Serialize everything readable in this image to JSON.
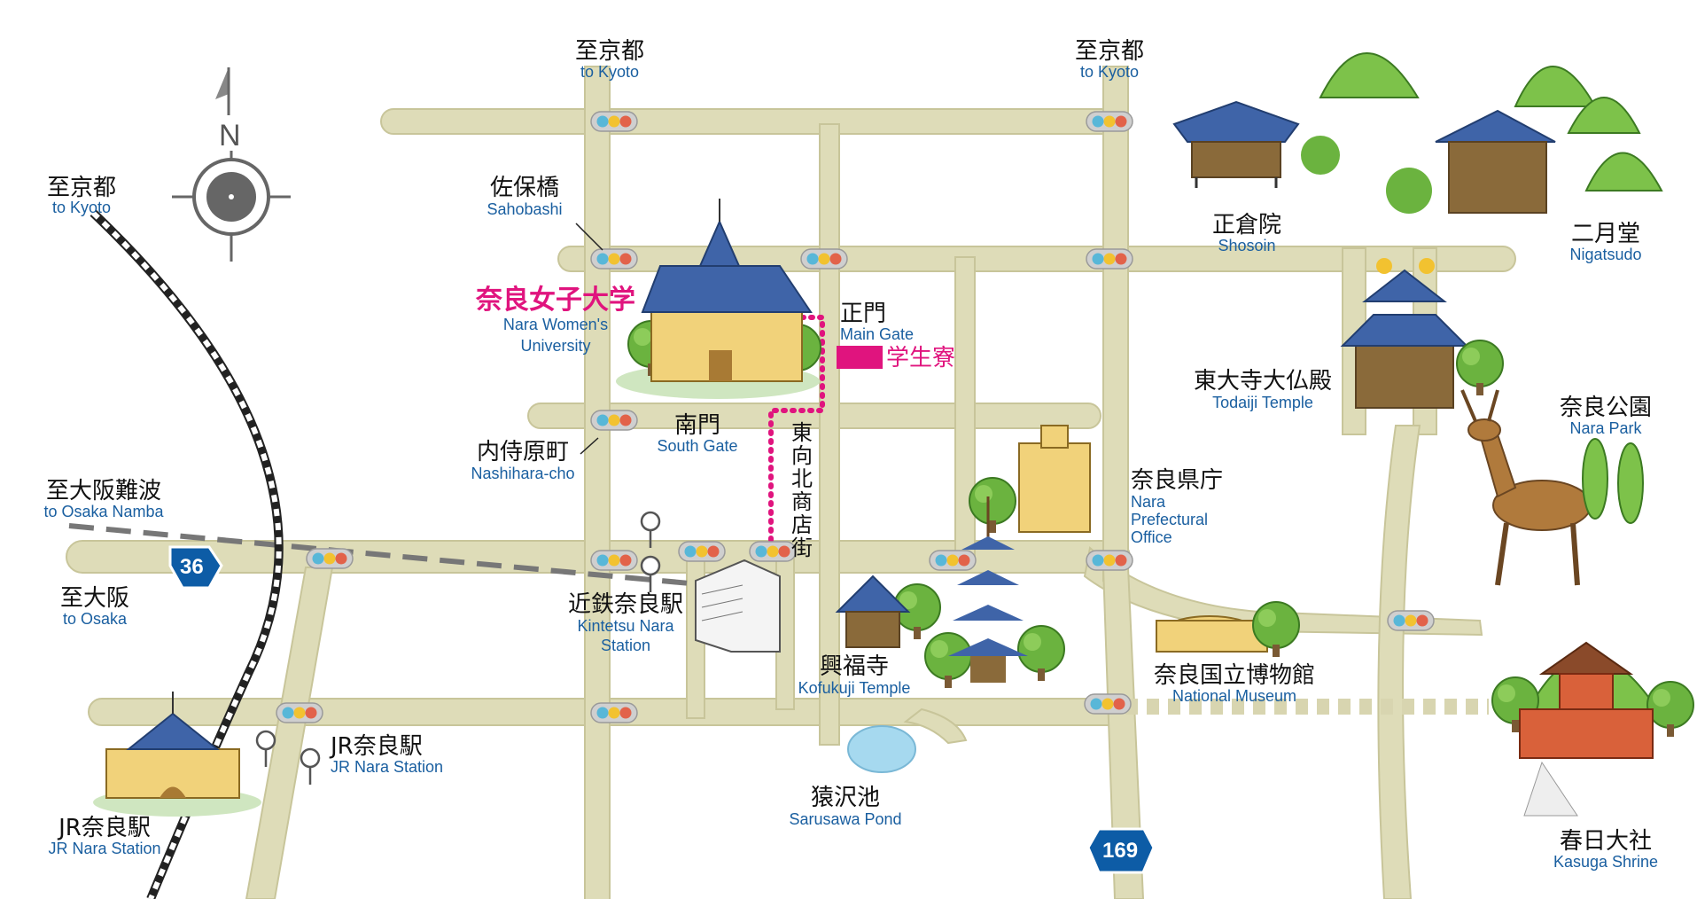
{
  "compass": {
    "north_label": "N"
  },
  "colors": {
    "road": "#dedcb8",
    "road_edge": "#c8c59a",
    "pink": "#e0147e",
    "blue_text": "#1a5fa0",
    "route_sign": "#0d5ca6"
  },
  "places": {
    "to_kyoto_1": {
      "jp": "至京都",
      "en": "to Kyoto"
    },
    "to_kyoto_2": {
      "jp": "至京都",
      "en": "to Kyoto"
    },
    "to_kyoto_3": {
      "jp": "至京都",
      "en": "to Kyoto"
    },
    "sahobashi": {
      "jp": "佐保橋",
      "en": "Sahobashi"
    },
    "university": {
      "jp": "奈良女子大学",
      "en1": "Nara Women's",
      "en2": "University"
    },
    "main_gate": {
      "jp": "正門",
      "en": "Main Gate"
    },
    "dormitory": {
      "jp": "学生寮"
    },
    "south_gate": {
      "jp": "南門",
      "en": "South Gate"
    },
    "nashihara": {
      "jp": "内侍原町",
      "en": "Nashihara-cho"
    },
    "higashimuki": {
      "jp": [
        "東",
        "向",
        "北",
        "商",
        "店",
        "街"
      ]
    },
    "to_osaka_namba": {
      "jp": "至大阪難波",
      "en": "to Osaka Namba"
    },
    "to_osaka": {
      "jp": "至大阪",
      "en": "to Osaka"
    },
    "kintetsu": {
      "jp": "近鉄奈良駅",
      "en1": "Kintetsu Nara",
      "en2": "Station"
    },
    "jr_station_1": {
      "jp": "JR奈良駅",
      "en": "JR Nara Station"
    },
    "jr_station_2": {
      "jp": "JR奈良駅",
      "en": "JR Nara Station"
    },
    "kofukuji": {
      "jp": "興福寺",
      "en": "Kofukuji Temple"
    },
    "sarusawa": {
      "jp": "猿沢池",
      "en": "Sarusawa Pond"
    },
    "shosoin": {
      "jp": "正倉院",
      "en": "Shosoin"
    },
    "nigatsudo": {
      "jp": "二月堂",
      "en": "Nigatsudo"
    },
    "todaiji": {
      "jp": "東大寺大仏殿",
      "en": "Todaiji Temple"
    },
    "nara_park": {
      "jp": "奈良公園",
      "en": "Nara Park"
    },
    "prefectural": {
      "jp": "奈良県庁",
      "en1": "Nara",
      "en2": "Prefectural",
      "en3": "Office"
    },
    "museum": {
      "jp": "奈良国立博物館",
      "en": "National Museum"
    },
    "kasuga": {
      "jp": "春日大社",
      "en": "Kasuga Shrine"
    }
  },
  "routes": {
    "r36": "36",
    "r169": "169"
  }
}
